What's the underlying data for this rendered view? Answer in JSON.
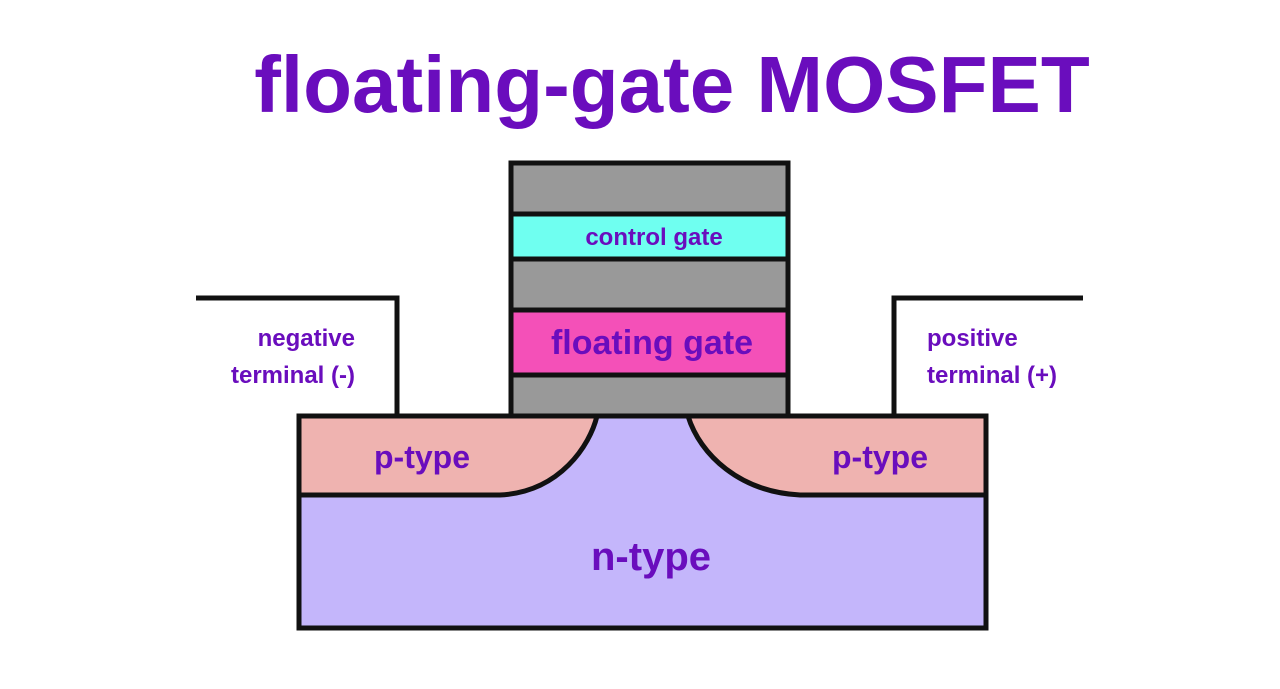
{
  "title": "floating-gate MOSFET",
  "labels": {
    "control_gate": "control gate",
    "floating_gate": "floating gate",
    "negative_terminal_line1": "negative",
    "negative_terminal_line2": "terminal (-)",
    "positive_terminal_line1": "positive",
    "positive_terminal_line2": "terminal (+)",
    "p_type_left": "p-type",
    "p_type_right": "p-type",
    "n_type": "n-type"
  },
  "colors": {
    "text": "#6a0dbd",
    "outline": "#111111",
    "insulator_gray": "#999999",
    "control_gate_cyan": "#6ffff0",
    "floating_gate_magenta": "#f450b8",
    "p_type_pink": "#efb3b0",
    "n_type_lavender": "#c4b6fb",
    "background": "#ffffff"
  }
}
